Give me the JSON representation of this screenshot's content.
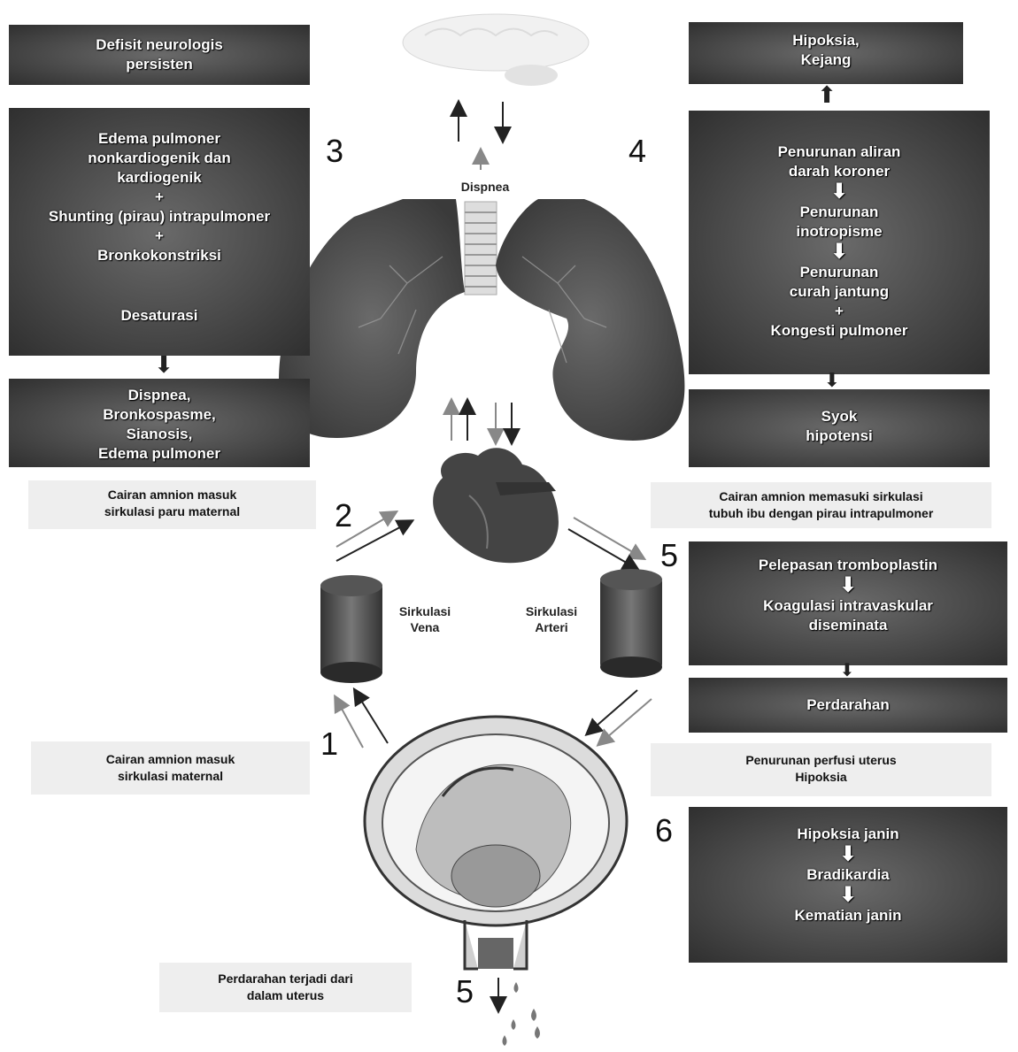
{
  "numbers": {
    "n1": "1",
    "n2": "2",
    "n3": "3",
    "n4": "4",
    "n5a": "5",
    "n5b": "5",
    "n6": "6"
  },
  "left": {
    "box_neuro": [
      "Defisit neurologis",
      "persisten"
    ],
    "box_edema": [
      "Edema pulmoner",
      "nonkardiogenik dan",
      "kardiogenik",
      "+",
      "Shunting (pirau) intrapulmoner",
      "+",
      "Bronkokonstriksi"
    ],
    "desaturasi": "Desaturasi",
    "box_dispnea": [
      "Dispnea,",
      "Bronkospasme,",
      "Sianosis,",
      "Edema pulmoner"
    ],
    "caption_paru": [
      "Cairan amnion masuk",
      "sirkulasi paru maternal"
    ],
    "caption_maternal": [
      "Cairan amnion masuk",
      "sirkulasi maternal"
    ],
    "caption_perdarahan": [
      "Perdarahan terjadi dari",
      "dalam uterus"
    ]
  },
  "right": {
    "box_hipoksia": [
      "Hipoksia,",
      "Kejang"
    ],
    "coronary": [
      "Penurunan aliran",
      "darah koroner"
    ],
    "inotrop": [
      "Penurunan",
      "inotropisme"
    ],
    "curah": [
      "Penurunan",
      "curah jantung",
      "+",
      "Kongesti pulmoner"
    ],
    "box_syok": [
      "Syok",
      "hipotensi"
    ],
    "caption_pirau": [
      "Cairan amnion memasuki sirkulasi",
      "tubuh ibu dengan pirau intrapulmoner"
    ],
    "trombo": "Pelepasan tromboplastin",
    "koagulasi": [
      "Koagulasi intravaskular",
      "diseminata"
    ],
    "perdarahan": "Perdarahan",
    "caption_perfusi": [
      "Penurunan perfusi uterus",
      "Hipoksia"
    ],
    "janin1": "Hipoksia janin",
    "janin2": "Bradikardia",
    "janin3": "Kematian janin"
  },
  "center": {
    "dispnea": "Dispnea",
    "vena": [
      "Sirkulasi",
      "Vena"
    ],
    "arteri": [
      "Sirkulasi",
      "Arteri"
    ]
  }
}
